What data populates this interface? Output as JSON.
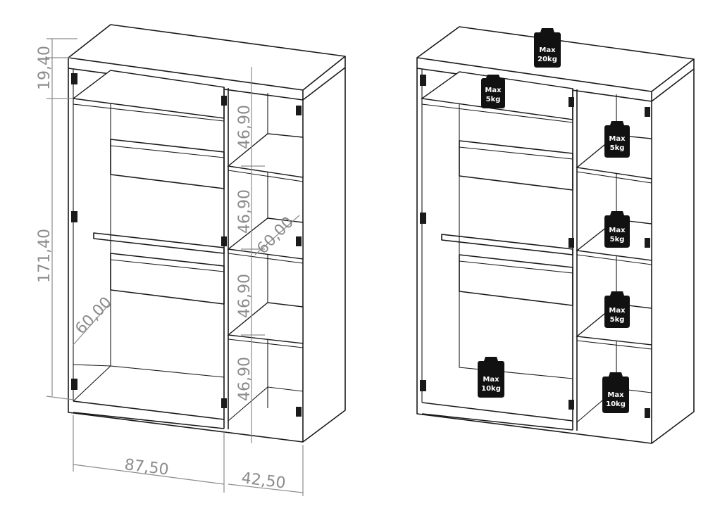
{
  "dimensions": {
    "top_height": "19,40",
    "body_height": "171,40",
    "left_depth": "60,00",
    "right_depth": "60,00",
    "shelf_1": "46,90",
    "shelf_2": "46,90",
    "shelf_3": "46,90",
    "shelf_4": "46,90",
    "left_width": "87,50",
    "right_width": "42,50"
  },
  "load_labels": {
    "top": [
      "Max",
      "20kg"
    ],
    "left_shelf": [
      "Max",
      "5kg"
    ],
    "right_1": [
      "Max",
      "5kg"
    ],
    "right_2": [
      "Max",
      "5kg"
    ],
    "right_3": [
      "Max",
      "5kg"
    ],
    "left_floor": [
      "Max",
      "10kg"
    ],
    "right_floor": [
      "Max",
      "10kg"
    ]
  },
  "colors": {
    "line": "#1a1a1a",
    "dimension": "#8c8c8c",
    "weight": "#111111",
    "weight_text": "#ffffff"
  },
  "icons": {
    "weight": "weight-icon",
    "hinge": "hinge-icon"
  }
}
